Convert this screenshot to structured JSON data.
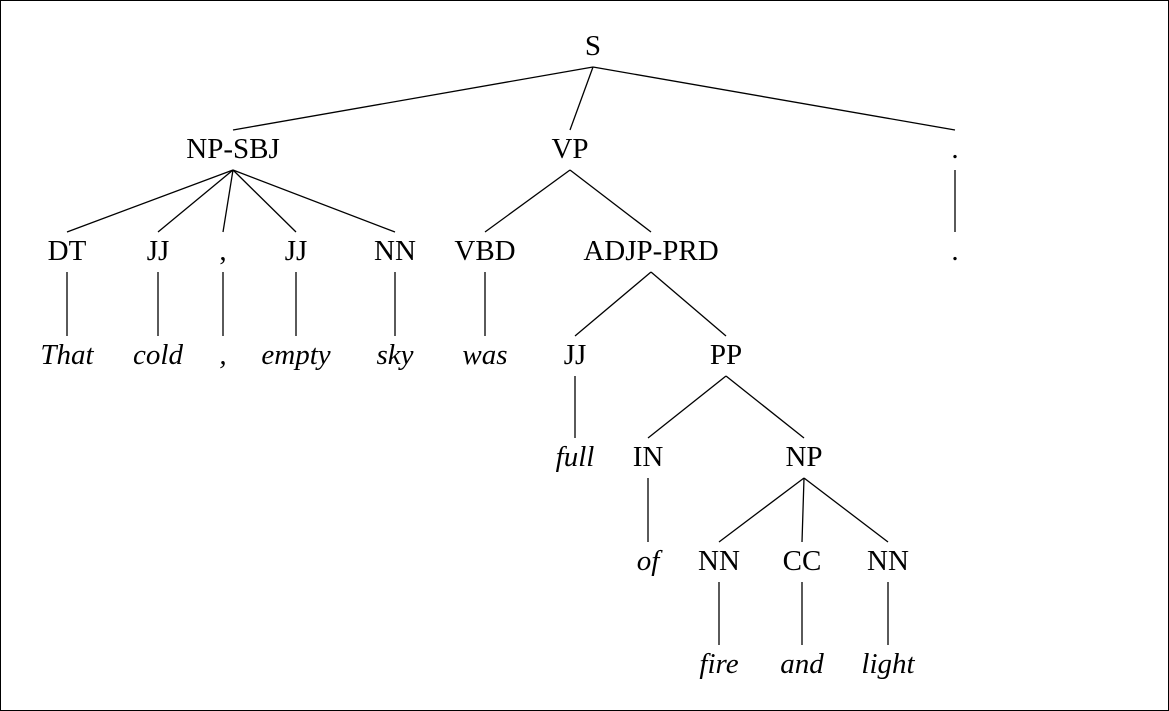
{
  "tree": {
    "nodes": [
      {
        "id": "S",
        "label": "S",
        "kind": "phrase"
      },
      {
        "id": "NPSBJ",
        "label": "NP-SBJ",
        "kind": "phrase"
      },
      {
        "id": "VP",
        "label": "VP",
        "kind": "phrase"
      },
      {
        "id": "DOTTAG",
        "label": ".",
        "kind": "phrase"
      },
      {
        "id": "DT",
        "label": "DT",
        "kind": "phrase"
      },
      {
        "id": "JJ1",
        "label": "JJ",
        "kind": "phrase"
      },
      {
        "id": "COMMATAG",
        "label": ",",
        "kind": "phrase"
      },
      {
        "id": "JJ2",
        "label": "JJ",
        "kind": "phrase"
      },
      {
        "id": "NN1",
        "label": "NN",
        "kind": "phrase"
      },
      {
        "id": "VBD",
        "label": "VBD",
        "kind": "phrase"
      },
      {
        "id": "ADJP",
        "label": "ADJP-PRD",
        "kind": "phrase"
      },
      {
        "id": "DOTWORD",
        "label": ".",
        "kind": "phrase"
      },
      {
        "id": "THAT",
        "label": "That",
        "kind": "word"
      },
      {
        "id": "COLD",
        "label": "cold",
        "kind": "word"
      },
      {
        "id": "COMMAWORD",
        "label": ",",
        "kind": "word"
      },
      {
        "id": "EMPTY",
        "label": "empty",
        "kind": "word"
      },
      {
        "id": "SKY",
        "label": "sky",
        "kind": "word"
      },
      {
        "id": "WAS",
        "label": "was",
        "kind": "word"
      },
      {
        "id": "JJ3",
        "label": "JJ",
        "kind": "phrase"
      },
      {
        "id": "PP",
        "label": "PP",
        "kind": "phrase"
      },
      {
        "id": "FULL",
        "label": "full",
        "kind": "word"
      },
      {
        "id": "IN",
        "label": "IN",
        "kind": "phrase"
      },
      {
        "id": "NP",
        "label": "NP",
        "kind": "phrase"
      },
      {
        "id": "OF",
        "label": "of",
        "kind": "word"
      },
      {
        "id": "NN2",
        "label": "NN",
        "kind": "phrase"
      },
      {
        "id": "CC",
        "label": "CC",
        "kind": "phrase"
      },
      {
        "id": "NN3",
        "label": "NN",
        "kind": "phrase"
      },
      {
        "id": "FIRE",
        "label": "fire",
        "kind": "word"
      },
      {
        "id": "AND",
        "label": "and",
        "kind": "word"
      },
      {
        "id": "LIGHT",
        "label": "light",
        "kind": "word"
      }
    ],
    "edges": [
      [
        "S",
        "NPSBJ"
      ],
      [
        "S",
        "VP"
      ],
      [
        "S",
        "DOTTAG"
      ],
      [
        "NPSBJ",
        "DT"
      ],
      [
        "NPSBJ",
        "JJ1"
      ],
      [
        "NPSBJ",
        "COMMATAG"
      ],
      [
        "NPSBJ",
        "JJ2"
      ],
      [
        "NPSBJ",
        "NN1"
      ],
      [
        "VP",
        "VBD"
      ],
      [
        "VP",
        "ADJP"
      ],
      [
        "DOTTAG",
        "DOTWORD"
      ],
      [
        "DT",
        "THAT"
      ],
      [
        "JJ1",
        "COLD"
      ],
      [
        "COMMATAG",
        "COMMAWORD"
      ],
      [
        "JJ2",
        "EMPTY"
      ],
      [
        "NN1",
        "SKY"
      ],
      [
        "VBD",
        "WAS"
      ],
      [
        "ADJP",
        "JJ3"
      ],
      [
        "ADJP",
        "PP"
      ],
      [
        "JJ3",
        "FULL"
      ],
      [
        "PP",
        "IN"
      ],
      [
        "PP",
        "NP"
      ],
      [
        "IN",
        "OF"
      ],
      [
        "NP",
        "NN2"
      ],
      [
        "NP",
        "CC"
      ],
      [
        "NP",
        "NN3"
      ],
      [
        "NN2",
        "FIRE"
      ],
      [
        "CC",
        "AND"
      ],
      [
        "NN3",
        "LIGHT"
      ]
    ]
  }
}
